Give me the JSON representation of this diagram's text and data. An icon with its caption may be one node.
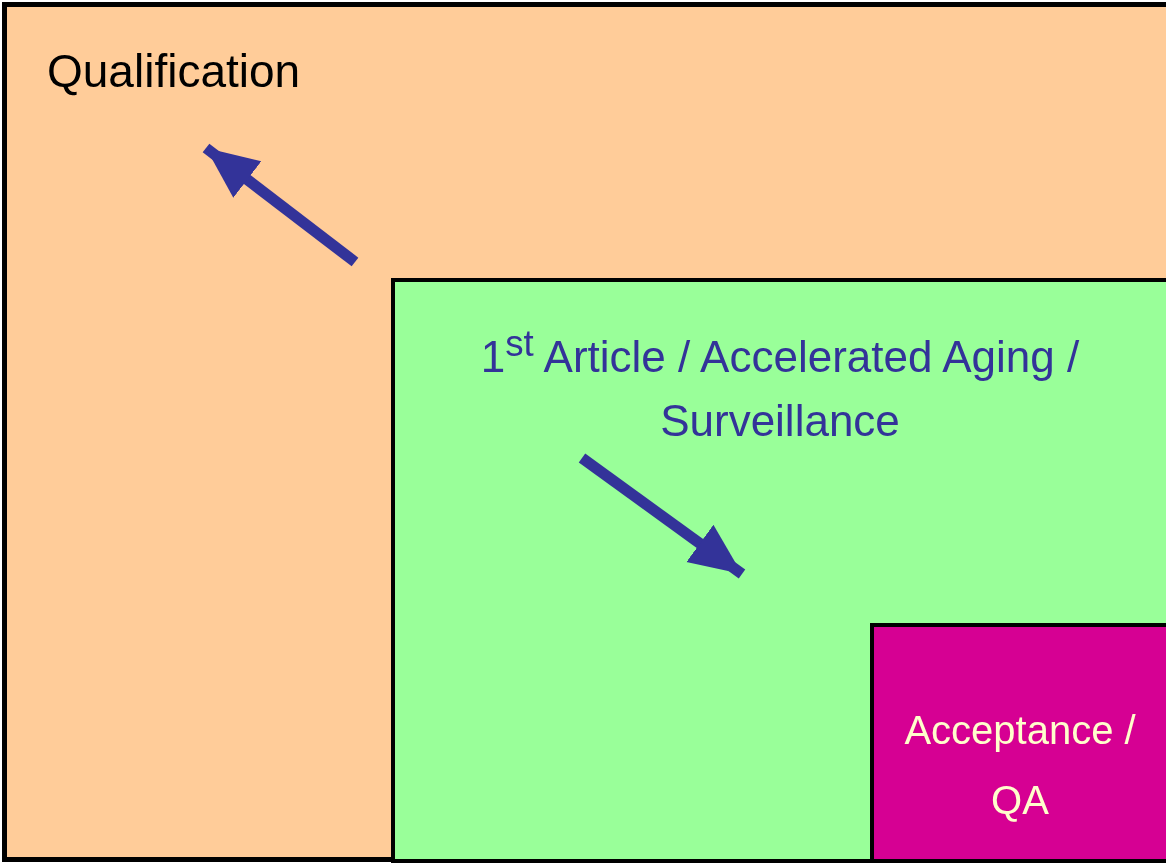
{
  "diagram": {
    "nodes": [
      {
        "text": [
          "Qualification"
        ]
      },
      {
        "text": [
          "1$^{st}$ Article / Accelerated Aging / Surveillance"
        ],
        "in": 0
      },
      {
        "text": [
          "Acceptance / QA"
        ],
        "in": 1
      }
    ]
  }
}
